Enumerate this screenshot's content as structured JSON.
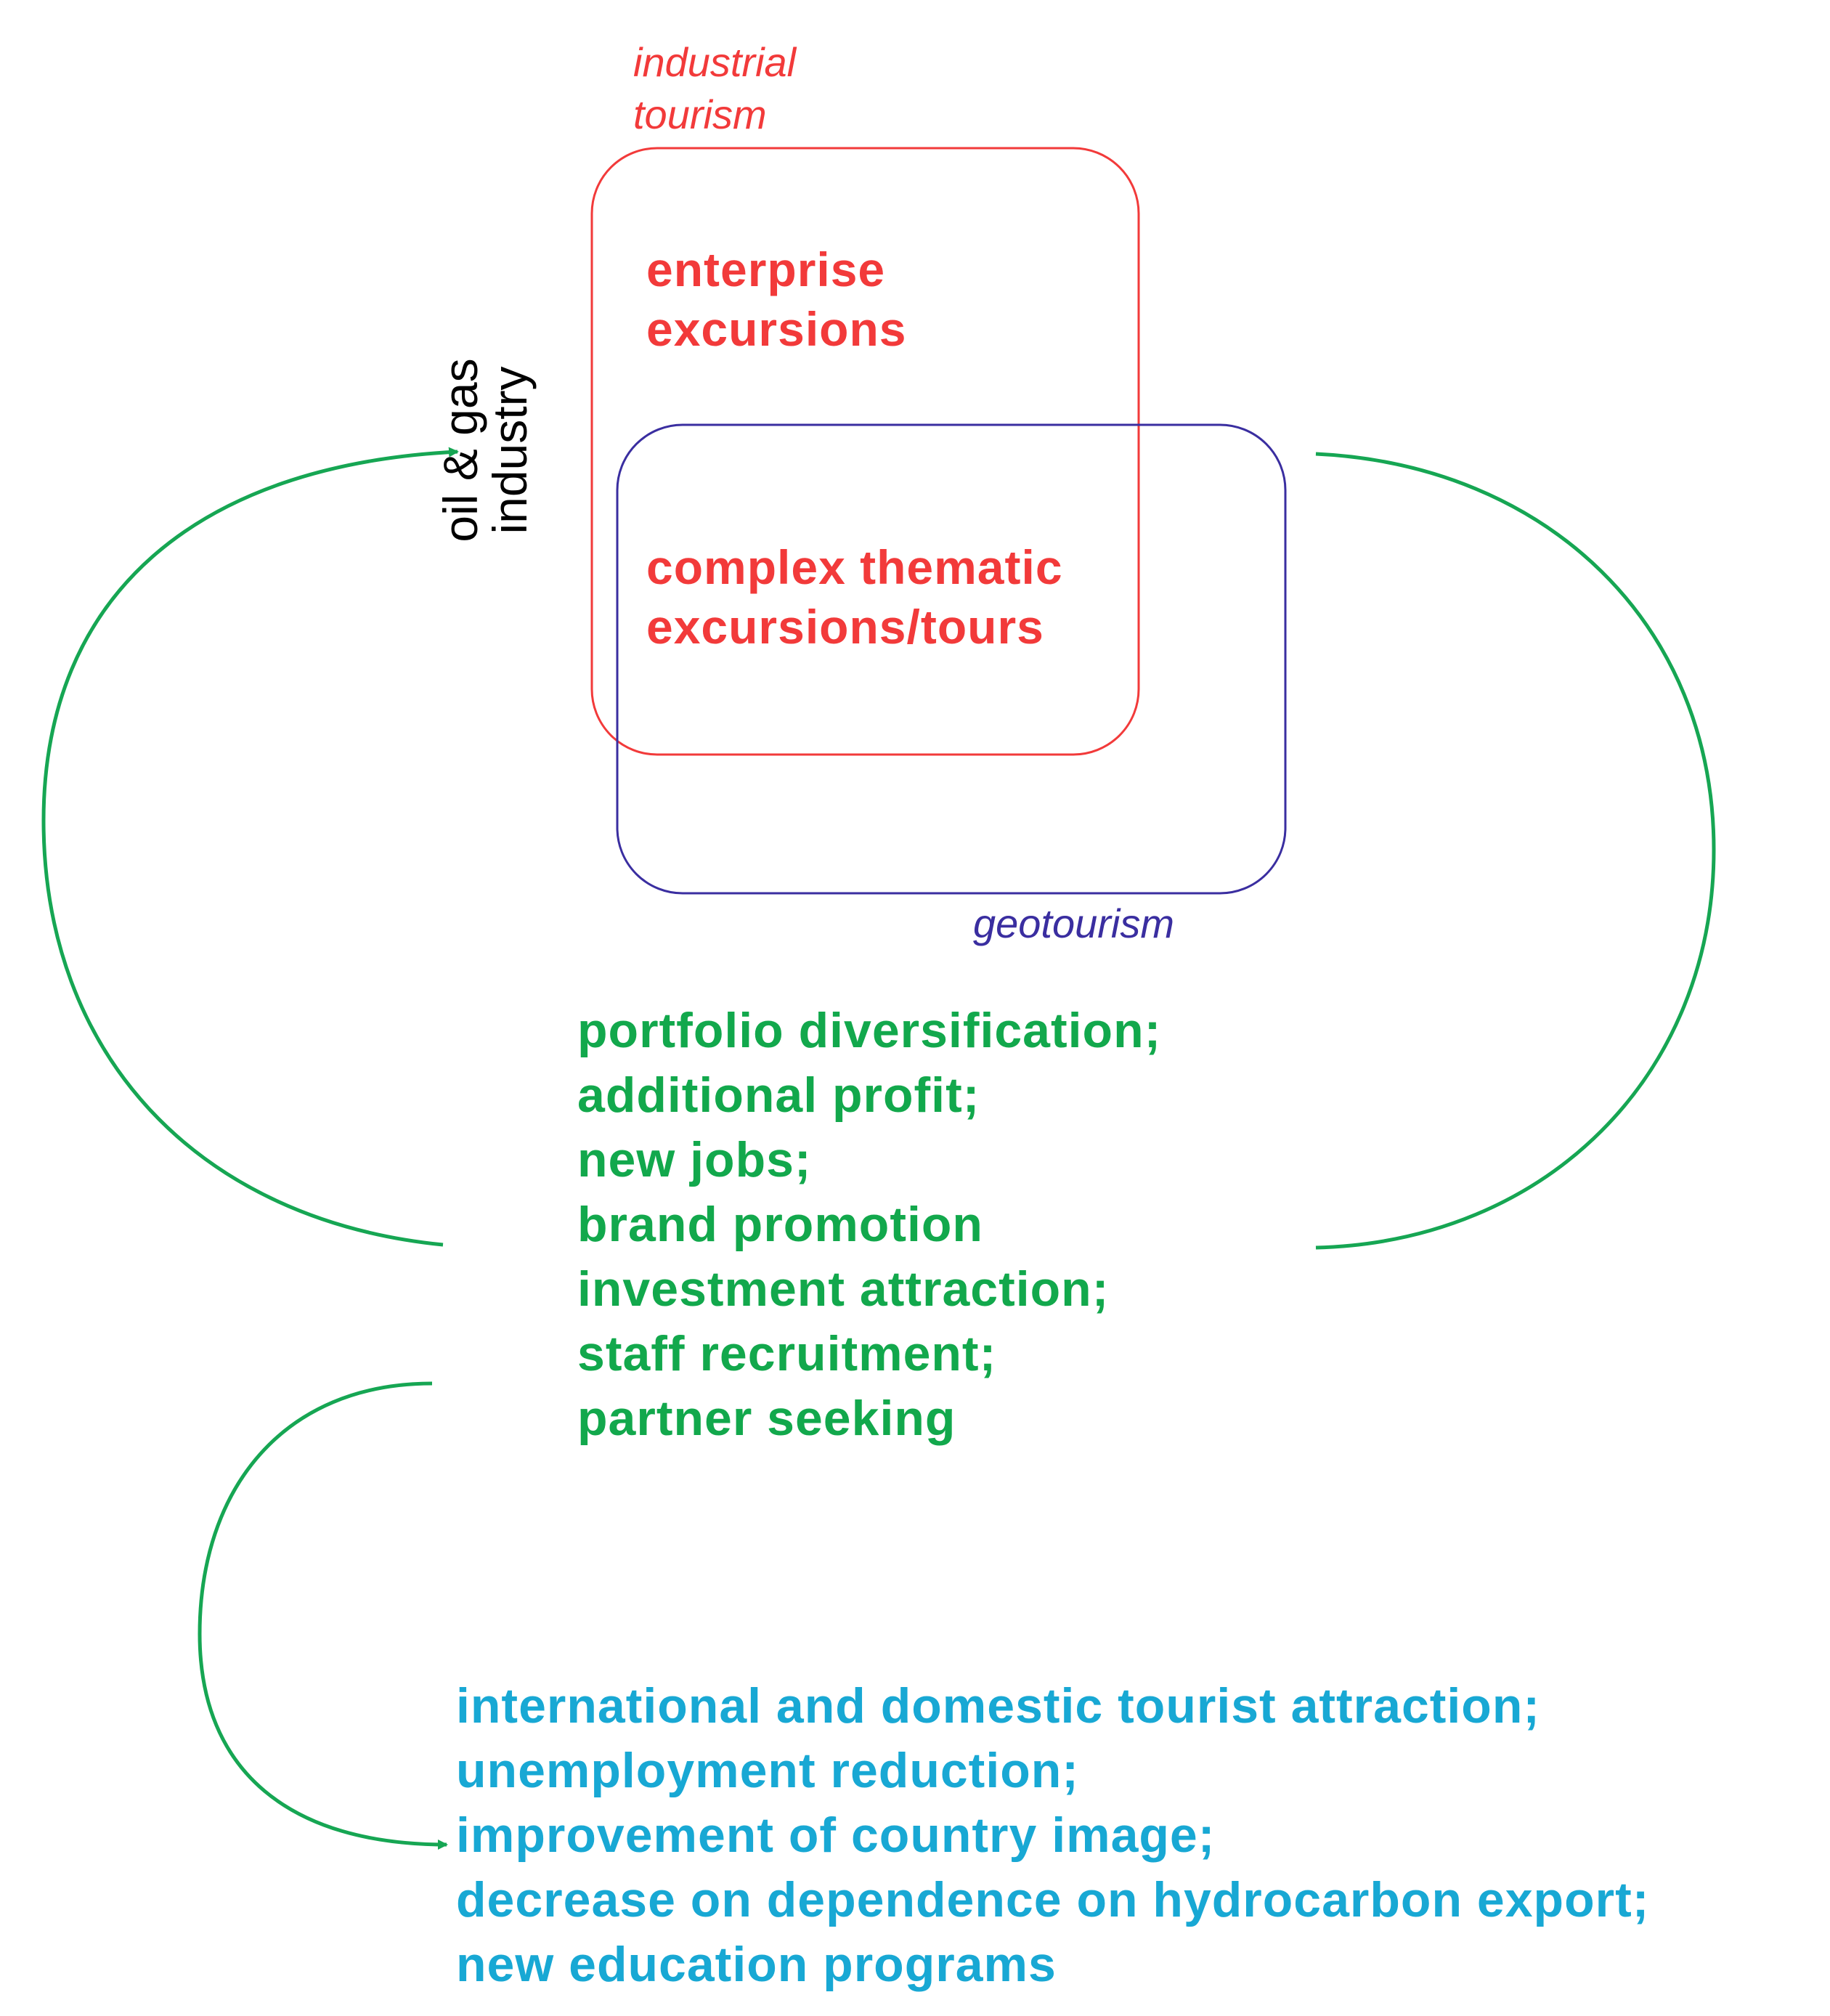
{
  "colors": {
    "industrial": "#f23a3a",
    "geotourism": "#3a2ea0",
    "benefits": "#12a84c",
    "outcomes": "#18a8d4",
    "arrows": "#16a653",
    "axis_label": "#000000"
  },
  "industrial_tourism": {
    "label_line1": "industrial",
    "label_line2": "tourism",
    "inner_line1": "enterprise",
    "inner_line2": "excursions"
  },
  "overlap": {
    "line1": "complex thematic",
    "line2": "excursions/tours"
  },
  "geotourism": {
    "label": "geotourism"
  },
  "sector": {
    "line1": "oil & gas",
    "line2": "industry"
  },
  "benefits": [
    "portfolio diversification;",
    "additional profit;",
    "new jobs;",
    "brand promotion",
    "investment attraction;",
    "staff recruitment;",
    "partner seeking"
  ],
  "outcomes": [
    "international and domestic tourist attraction;",
    "unemployment reduction;",
    "improvement of country image;",
    "decrease on dependence on hydrocarbon export;",
    "new education programs"
  ]
}
